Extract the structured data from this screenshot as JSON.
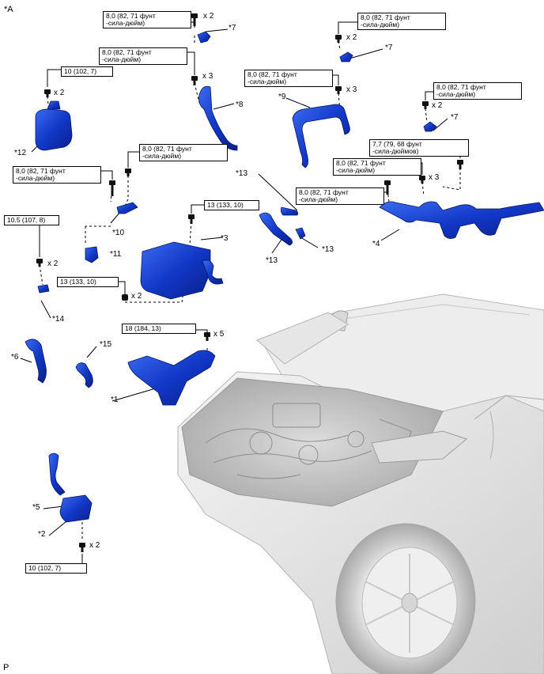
{
  "figure_label": "*A",
  "footer_label": "P",
  "torque_labels": {
    "t82_a": [
      "8,0 (82, 71 фунт",
      "-сила-дюйм)"
    ],
    "t82_b": [
      "8,0 (82, 71 фунт",
      "-сила-дюйм)"
    ],
    "t82_c": [
      "8,0 (82, 71 фунт",
      "-сила-дюйм)"
    ],
    "t82_d": [
      "8,0 (82, 71 фунт",
      "-сила-дюйм)"
    ],
    "t82_e": [
      "8,0 (82, 71 фунт",
      "-сила-дюйм)"
    ],
    "t82_f": [
      "8,0 (82, 71 фунт",
      "-сила-дюйм)"
    ],
    "t82_g": [
      "8,0 (82, 71 фунт",
      "-сила-дюйм)"
    ],
    "t82_h": [
      "8,0 (82, 71 фунт",
      "-сила-дюйм)"
    ],
    "t82_i": [
      "8,0 (82, 71 фунт",
      "-сила-дюйм)"
    ],
    "t77": [
      "7,7 (79, 68 фунт",
      "-сила-дюймов)"
    ],
    "t10_top": [
      "10 (102, 7)"
    ],
    "t10_bottom": [
      "10 (102, 7)"
    ],
    "t105": [
      "10.5 (107, 8)"
    ],
    "t13_a": [
      "13 (133, 10)"
    ],
    "t13_b": [
      "13 (133, 10)"
    ],
    "t18": [
      "18 (184, 13)"
    ]
  },
  "qty_labels": {
    "q_top_center": "x 2",
    "q_mid_center": "x 3",
    "q_12": "x 2",
    "q_top_right": "x 2",
    "q_9": "x 3",
    "q_7c": "x 2",
    "q_4": "x 3",
    "q_14": "x 2",
    "q_3": "x 2",
    "q_1": "x 5",
    "q_2": "x 2"
  },
  "callouts": {
    "c7a": "*7",
    "c7b": "*7",
    "c7c": "*7",
    "c8": "*8",
    "c9": "*9",
    "c12": "*12",
    "c10": "*10",
    "c11": "*11",
    "c13a": "*13",
    "c13b": "*13",
    "c13c": "*13",
    "c3": "*3",
    "c4": "*4",
    "c14": "*14",
    "c6": "*6",
    "c15": "*15",
    "c1": "*1",
    "c5": "*5",
    "c2": "*2"
  }
}
